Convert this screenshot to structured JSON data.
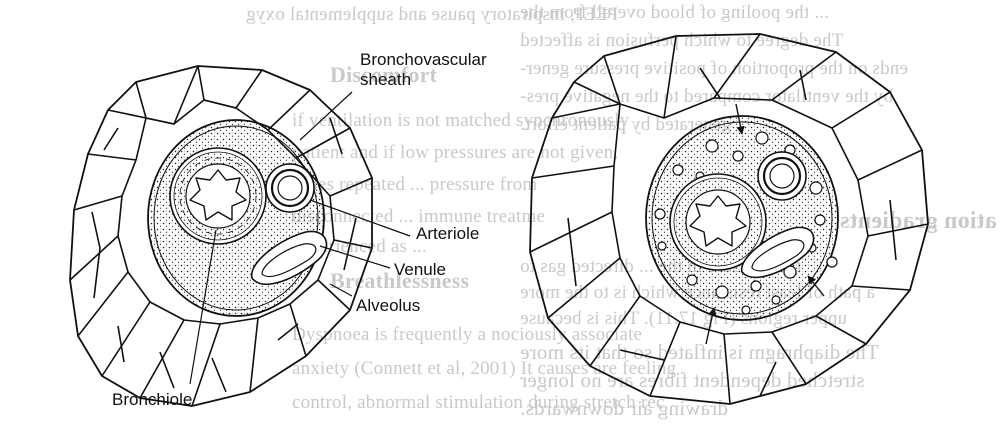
{
  "labels": {
    "bronchovascular_sheath_line1": "Bronchovascular",
    "bronchovascular_sheath_line2": "sheath",
    "arteriole": "Arteriole",
    "venule": "Venule",
    "alveolus": "Alveolus",
    "bronchiole": "Bronchiole"
  },
  "bleed_through": {
    "left": [
      "PEEP, inspiratory pause and supplemental oxyg",
      "Discomfort",
      "if ventilation is not matched synchronously",
      "patient and if low pressures are not given,",
      "times repeated ... pressure from",
      "disconnected ... immune treatme",
      "experienced as ...",
      "Breathlessness",
      "Dyspnoea is frequently a nociously associate",
      "anxiety (Connett et al, 2001) It causes are feeling",
      "control, abnormal stimulation during stretch rec"
    ],
    "right": [
      "... the pooling of blood overall from the",
      "The degree to which perfusion is affected",
      "ends on the proportion of positive pressure gener-",
      "by the ventilator compared to the negative pres-",
      "generated by patient effort.",
      "ation gradients",
      "the pressure in the ... directed gas to",
      "a path of least resistance which is to the more",
      "upper regions (Fig 17.11). This is because",
      "The diaphragm is inflated so that its more",
      "stretched dependent fibres are no longer",
      "drawing air downwards."
    ]
  }
}
